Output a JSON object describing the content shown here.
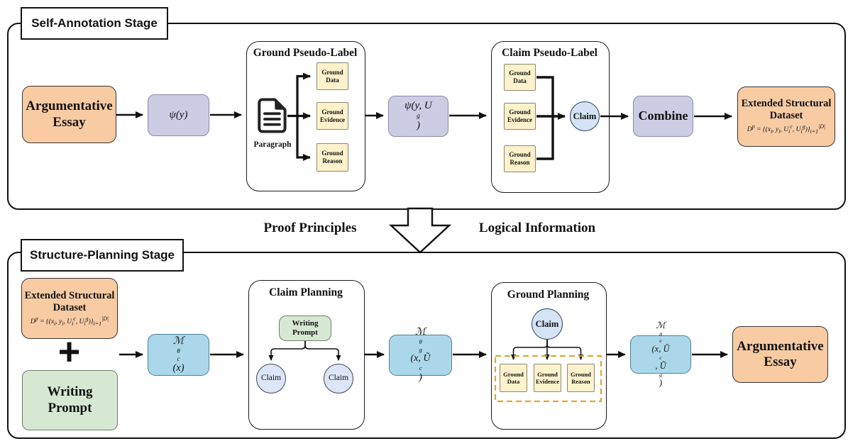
{
  "stage1": {
    "label": "Self-Annotation Stage",
    "input_essay": "Argumentative Essay",
    "psi_y": "ψ(y)",
    "ground_pseudo_label": {
      "title": "Ground Pseudo-Label",
      "paragraph": "Paragraph",
      "outputs": [
        "Ground Data",
        "Ground Evidence",
        "Ground Reason"
      ]
    },
    "psi_y_ug": "ψ(y, U^{g})",
    "claim_pseudo_label": {
      "title": "Claim Pseudo-Label",
      "inputs": [
        "Ground Data",
        "Ground Evidence",
        "Ground Reason"
      ],
      "claim": "Claim"
    },
    "combine": "Combine",
    "output_dataset": {
      "title": "Extended Structural Dataset",
      "formula": "D^{p} = {(x_{i}, y_{i}, U_{i}^{c}, U_{i}^{g})}_{i=1}^{|D|}"
    }
  },
  "transition": {
    "left_label": "Proof Principles",
    "right_label": "Logical Information"
  },
  "stage2": {
    "label": "Structure-Planning Stage",
    "input_dataset": {
      "title": "Extended Structural Dataset",
      "formula": "D^{p} = {(x_{i}, y_{i}, U_{i}^{c}, U_{i}^{g})}_{i=1}^{|D|}"
    },
    "plus": "+",
    "writing_prompt": "Writing Prompt",
    "model_claim": "ℳ_{θ}^{c}(x)",
    "claim_planning": {
      "title": "Claim Planning",
      "writing_prompt": "Writing Prompt",
      "claims": [
        "Claim",
        "Claim"
      ]
    },
    "model_ground": "ℳ_{θ}^{g}(x, Ũ^{c})",
    "ground_planning": {
      "title": "Ground Planning",
      "claim": "Claim",
      "outputs": [
        "Ground Data",
        "Ground Evidence",
        "Ground Reason"
      ]
    },
    "model_essay": "ℳ_{θ}^{e}(x, Ũ^{c}, Ũ^{g})",
    "output_essay": "Argumentative Essay"
  },
  "colors": {
    "peach": "#F8CBA3",
    "lavender": "#CCCCE4",
    "yellow": "#FDF2CC",
    "blue": "#ABD7EA",
    "green": "#D7E8D2",
    "claim_circle": "#D5E3F7",
    "dashed_outline": "#E2A829"
  }
}
